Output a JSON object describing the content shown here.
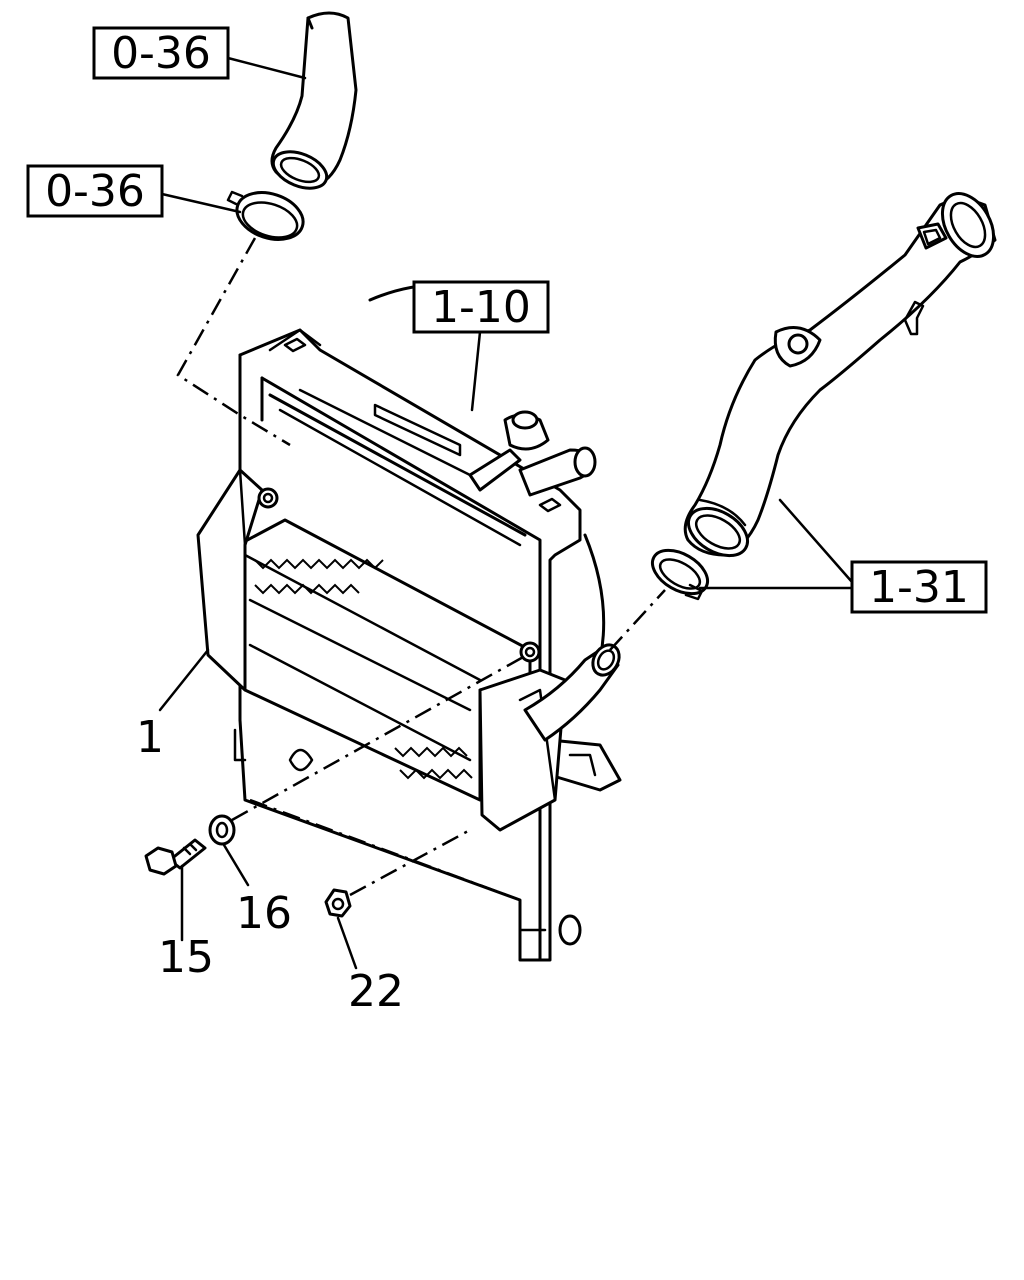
{
  "callouts": {
    "hose_ref": "0-36",
    "clamp_ref": "0-36",
    "radiator_ref": "1-10",
    "intake_pipe_ref": "1-31"
  },
  "parts": {
    "intercooler": "1",
    "bolt": "15",
    "washer": "16",
    "nut": "22"
  }
}
